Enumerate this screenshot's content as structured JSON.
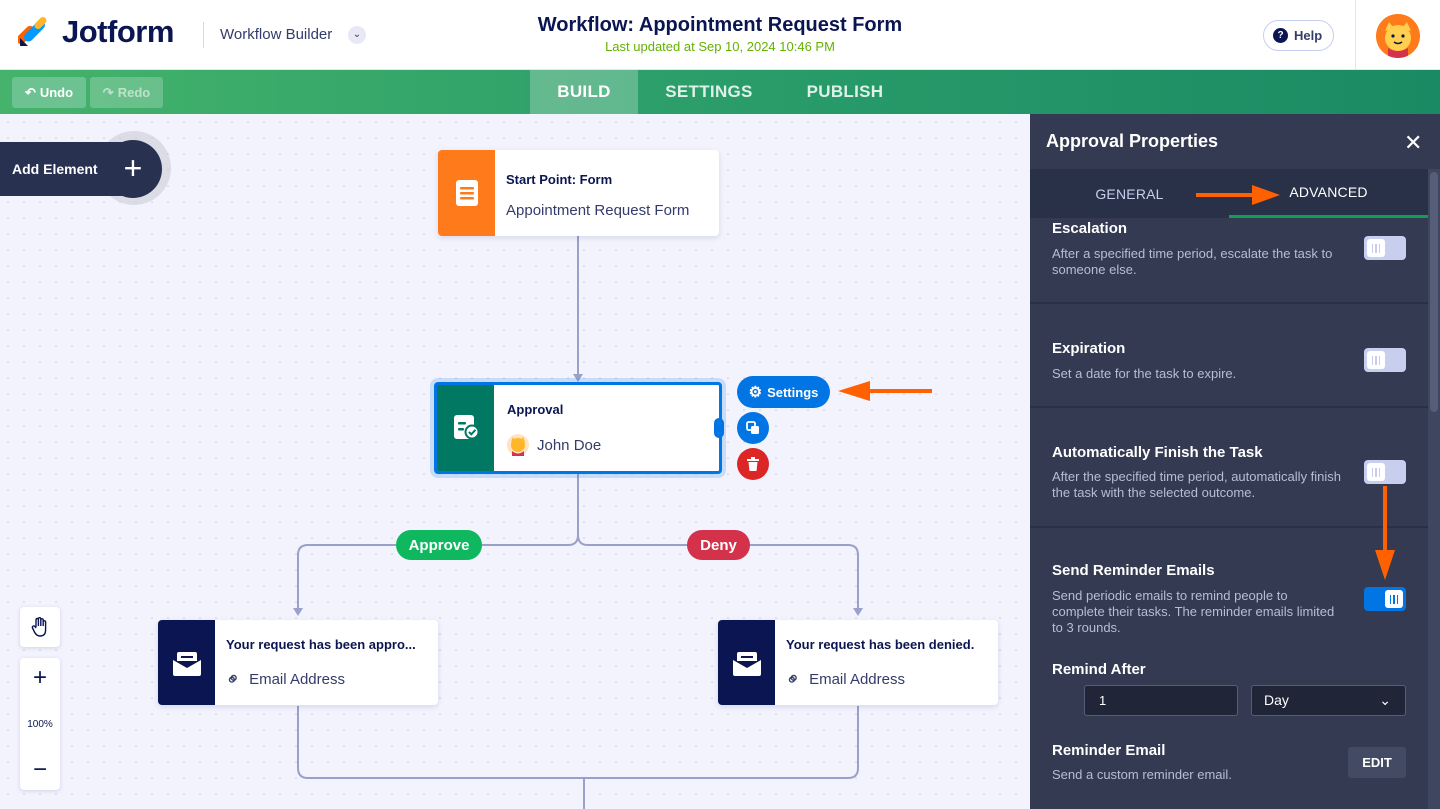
{
  "header": {
    "brand": "Jotform",
    "builder_label": "Workflow Builder",
    "title": "Workflow: Appointment Request Form",
    "updated": "Last updated at Sep 10, 2024 10:46 PM",
    "help_label": "Help"
  },
  "toolbar": {
    "undo_label": "Undo",
    "redo_label": "Redo",
    "tabs": [
      {
        "label": "BUILD",
        "active": true
      },
      {
        "label": "SETTINGS",
        "active": false
      },
      {
        "label": "PUBLISH",
        "active": false
      }
    ]
  },
  "canvas": {
    "add_element_label": "Add Element",
    "zoom_level": "100%",
    "nodes": {
      "start": {
        "title": "Start Point: Form",
        "subtitle": "Appointment Request Form",
        "icon": "form-document-icon",
        "color": "#ff7a1a"
      },
      "approval": {
        "title": "Approval",
        "subtitle": "John Doe",
        "icon": "approval-icon",
        "color": "#007862"
      },
      "email_approved": {
        "title": "Your request has been appro...",
        "subtitle": "Email Address",
        "icon": "email-icon",
        "color": "#0a1551"
      },
      "email_denied": {
        "title": "Your request has been denied.",
        "subtitle": "Email Address",
        "icon": "email-icon",
        "color": "#0a1551"
      }
    },
    "branches": {
      "approve": {
        "label": "Approve",
        "color": "#0fb75f"
      },
      "deny": {
        "label": "Deny",
        "color": "#d3324a"
      }
    },
    "node_actions": {
      "settings_label": "Settings"
    }
  },
  "panel": {
    "title": "Approval Properties",
    "tabs": [
      {
        "label": "GENERAL",
        "active": false
      },
      {
        "label": "ADVANCED",
        "active": true
      }
    ],
    "sections": {
      "escalation": {
        "title": "Escalation",
        "desc": "After a specified time period, escalate the task to someone else.",
        "enabled": false
      },
      "expiration": {
        "title": "Expiration",
        "desc": "Set a date for the task to expire.",
        "enabled": false
      },
      "auto_finish": {
        "title": "Automatically Finish the Task",
        "desc": "After the specified time period, automatically finish the task with the selected outcome.",
        "enabled": false
      },
      "reminder": {
        "title": "Send Reminder Emails",
        "desc": "Send periodic emails to remind people to complete their tasks. The reminder emails limited to 3 rounds.",
        "enabled": true
      }
    },
    "remind_after": {
      "label": "Remind After",
      "value": "1",
      "unit": "Day"
    },
    "reminder_email": {
      "title": "Reminder Email",
      "desc": "Send a custom reminder email.",
      "button_label": "EDIT"
    }
  },
  "colors": {
    "accent_blue": "#0075e3",
    "annotation_arrow": "#ff6100",
    "panel_bg": "#333a52"
  }
}
